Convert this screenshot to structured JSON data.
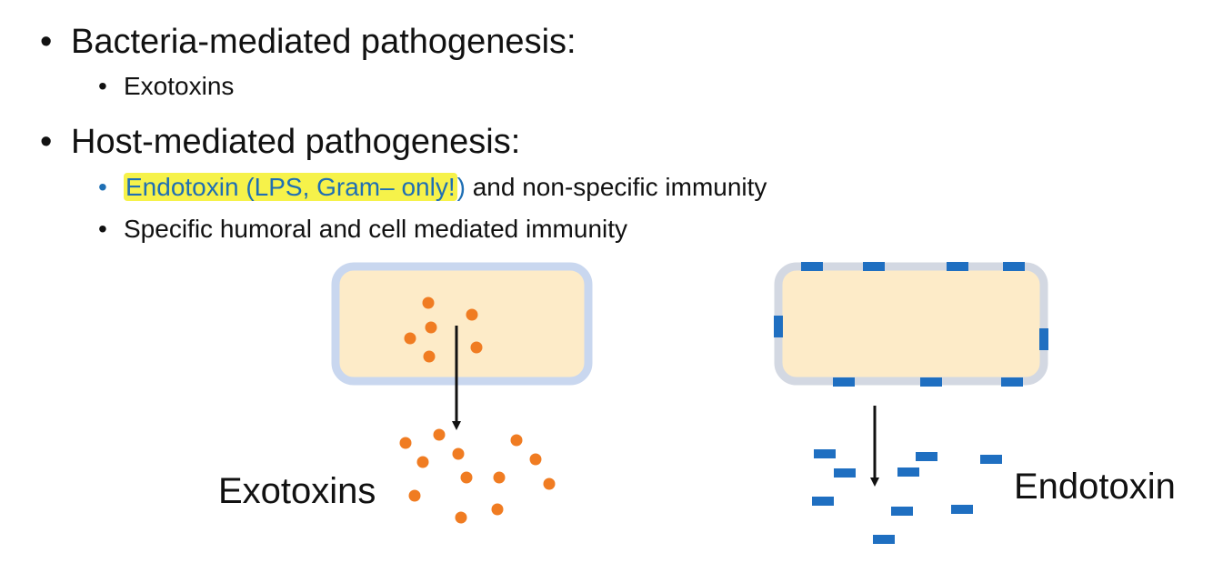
{
  "colors": {
    "accent_text": "#1f6fb4",
    "highlight": "#f6f24a",
    "exotoxin_dot": "#f07c22",
    "endotoxin_bar": "#1f6fc1",
    "cell_fill": "#fdebc8",
    "cell_border_left": "#c9d7ef",
    "cell_border_right": "#d3d8e2",
    "arrow": "#111111"
  },
  "outline": {
    "item1": {
      "bullet": "•",
      "text": "Bacteria-mediated pathogenesis:",
      "sub": [
        {
          "bullet": "•",
          "text": "Exotoxins"
        }
      ]
    },
    "item2": {
      "bullet": "•",
      "text": "Host-mediated pathogenesis:",
      "sub": [
        {
          "bullet": "•",
          "highlighted": "Endotoxin (LPS, Gram– only!",
          "paren": ")",
          "rest": " and non-specific immunity"
        },
        {
          "bullet": "•",
          "text": "Specific humoral and cell mediated immunity"
        }
      ]
    }
  },
  "diagram": {
    "exotoxin_label": "Exotoxins",
    "endotoxin_label": "Endotoxin",
    "cell_left_icon": "bacterium-secreting-exotoxins-icon",
    "cell_right_icon": "bacterium-with-lps-icon",
    "arrow_icon": "down-arrow-icon",
    "toxin_dot_icon": "exotoxin-particle-icon",
    "toxin_bar_icon": "endotoxin-fragment-icon"
  }
}
